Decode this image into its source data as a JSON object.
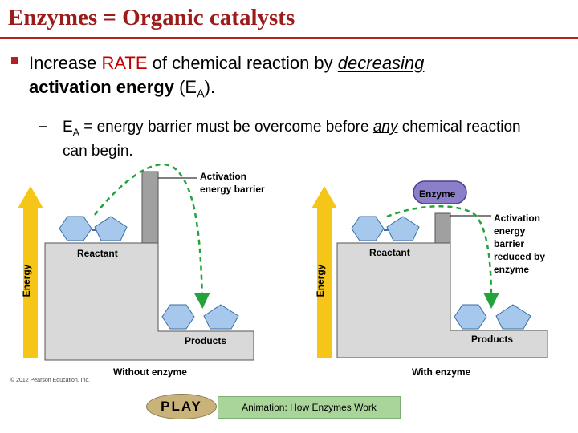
{
  "title": "Enzymes  = Organic catalysts",
  "bullet1": {
    "text_a": "Increase ",
    "rate": "RATE",
    "text_b": " of chemical reaction by ",
    "decreasing": "decreasing",
    "bold": "activation energy",
    "text_c": " (E",
    "sub": "A",
    "text_d": ")."
  },
  "bullet2": {
    "dash": "–",
    "e": "E",
    "sub": "A",
    "text_a": " = energy barrier must be overcome before ",
    "any": "any",
    "text_b": " chemical reaction can begin."
  },
  "figure_left": {
    "energy": "Energy",
    "reactant": "Reactant",
    "products": "Products",
    "barrier_label_1": "Activation",
    "barrier_label_2": "energy barrier",
    "caption": "Without enzyme"
  },
  "figure_right": {
    "energy": "Energy",
    "reactant": "Reactant",
    "products": "Products",
    "enzyme": "Enzyme",
    "barrier_label_1": "Activation",
    "barrier_label_2": "energy",
    "barrier_label_3": "barrier",
    "barrier_label_4": "reduced by",
    "barrier_label_5": "enzyme",
    "caption": "With enzyme"
  },
  "copyright": "© 2012 Pearson Education, Inc.",
  "play_button": "PLAY",
  "animation_button": "Animation: How Enzymes Work",
  "colors": {
    "title": "#9c1c1c",
    "rate": "#c00000",
    "arrow": "#f5c518",
    "step": "#d9d9d9",
    "barrier": "#a0a0a0",
    "molecule": "#a6c8ec",
    "dashed_arc": "#22a33c",
    "enzyme": "#8a7fc8",
    "play": "#c9b37a",
    "animation": "#a9d59b"
  }
}
